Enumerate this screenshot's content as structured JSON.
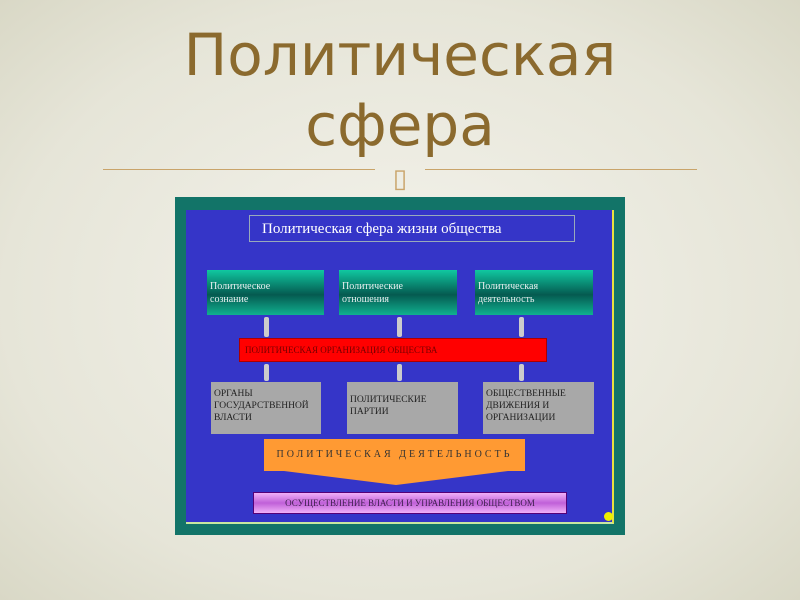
{
  "slide": {
    "title_line1": "Политическая",
    "title_line2": "сфера",
    "missing_glyph": "▯"
  },
  "diagram": {
    "header": "Политическая сфера жизни общества",
    "top_boxes": [
      {
        "line1": "Политическое",
        "line2": "сознание"
      },
      {
        "line1": "Политические",
        "line2": "отношения"
      },
      {
        "line1": "Политическая",
        "line2": "деятельность"
      }
    ],
    "organization": "ПОЛИТИЧЕСКАЯ ОРГАНИЗАЦИЯ ОБЩЕСТВА",
    "bottom_boxes": [
      {
        "line1": "ОРГАНЫ",
        "line2": "ГОСУДАРСТВЕННОЙ",
        "line3": "ВЛАСТИ"
      },
      {
        "line1": "ПОЛИТИЧЕСКИЕ",
        "line2": "ПАРТИИ"
      },
      {
        "line1": "ОБЩЕСТВЕННЫЕ",
        "line2": "ДВИЖЕНИЯ И",
        "line3": "ОРГАНИЗАЦИИ"
      }
    ],
    "activity": "ПОЛИТИЧЕСКАЯ ДЕЯТЕЛЬНОСТЬ",
    "result": "ОСУЩЕСТВЛЕНИЕ ВЛАСТИ И УПРАВЛЕНИЯ ОБЩЕСТВОМ"
  },
  "colors": {
    "title": "#8b6a2e",
    "diagram_bg": "#3535c8",
    "frame": "#127468",
    "organization": "#ff0000",
    "activity": "#ff9a33"
  }
}
